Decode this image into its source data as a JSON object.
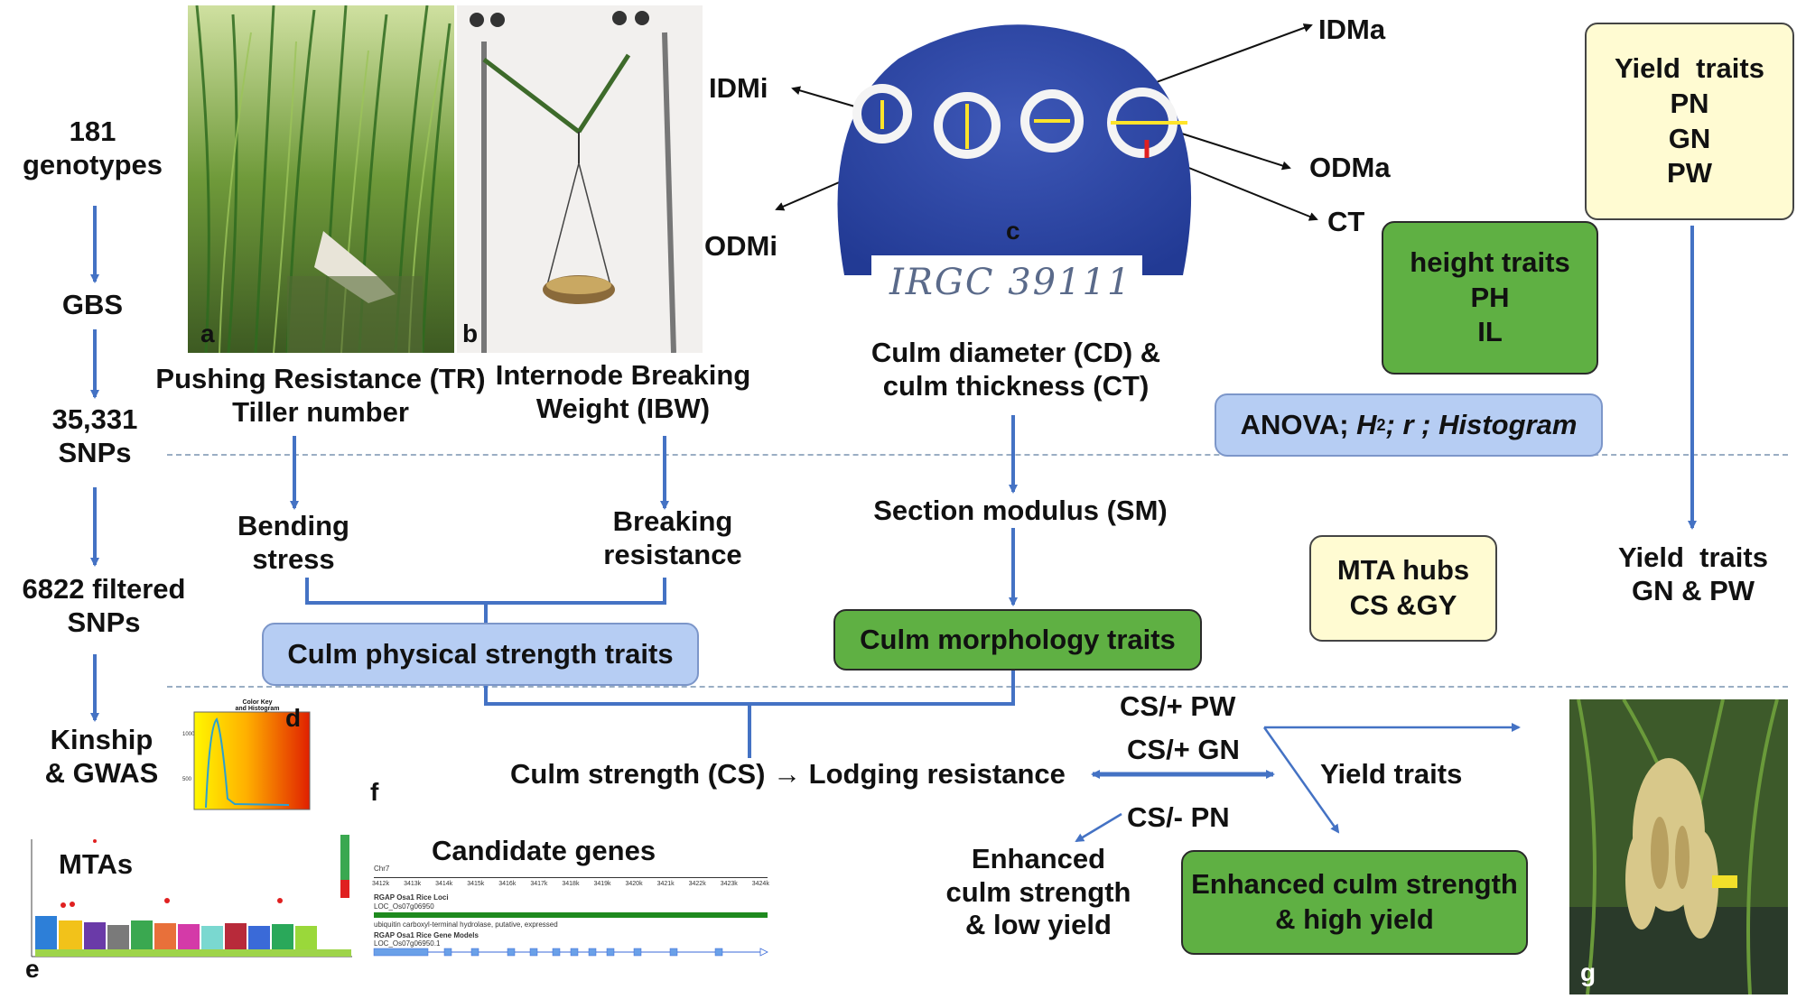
{
  "left_flow": {
    "genotypes": "181\ngenotypes",
    "gbs": "GBS",
    "snps": "35,331\nSNPs",
    "filtered": "6822 filtered\nSNPs",
    "kinship": "Kinship\n& GWAS"
  },
  "panels": {
    "a": "a",
    "b": "b",
    "c": "c",
    "d": "d",
    "e": "e",
    "f": "f",
    "g": "g"
  },
  "photo_a_caption": "Pushing Resistance (TR)\nTiller number",
  "photo_b_caption": "Internode Breaking\nWeight (IBW)",
  "cross_section": {
    "idmi": "IDMi",
    "idma": "IDMa",
    "odmi": "ODMi",
    "odma": "ODMa",
    "ct": "CT",
    "plate_label": "IRGC 39111"
  },
  "culm_diameter": "Culm diameter (CD) &\nculm thickness (CT)",
  "height_traits": "height traits\nPH\nIL",
  "yield_traits_box": "Yield  traits\nPN\nGN\nPW",
  "anova": {
    "prefix": "ANOVA; ",
    "h": "H",
    "sup": "2",
    "rest": "; r ; Histogram"
  },
  "bending": "Bending\nstress",
  "breaking": "Breaking\nresistance",
  "section_modulus": "Section modulus (SM)",
  "mta_hubs": "MTA hubs\nCS &GY",
  "yield_gn_pw": "Yield  traits\nGN & PW",
  "culm_physical": "Culm physical strength traits",
  "culm_morphology": "Culm morphology traits",
  "culm_strength_line": "Culm strength (CS) → Lodging resistance",
  "cs_pw": "CS/+ PW",
  "cs_gn": "CS/+ GN",
  "cs_pn": "CS/- PN",
  "yield_traits": "Yield traits",
  "enhanced_low": "Enhanced\nculm strength\n& low yield",
  "enhanced_high": "Enhanced culm strength\n& high yield",
  "mtas": "MTAs",
  "candidate_genes": "Candidate genes",
  "heatmap": {
    "title": "Color Key\nand Histogram"
  },
  "gene_viewer": {
    "chr": "Chr7",
    "ticks": [
      "3412k",
      "3413k",
      "3414k",
      "3415k",
      "3416k",
      "3417k",
      "3418k",
      "3419k",
      "3420k",
      "3421k",
      "3422k",
      "3423k",
      "3424k"
    ],
    "track1": "RGAP Osa1 Rice Loci",
    "locus": "LOC_Os07g06950",
    "desc": "ubiquitin carboxyl-terminal hydrolase, putative, expressed",
    "track2": "RGAP Osa1 Rice Gene Models",
    "model": "LOC_Os07g06950.1"
  },
  "colors": {
    "green": "#5fb043",
    "cream": "#fffbd2",
    "light_blue": "#b6cdf3",
    "arrow": "#4472c4",
    "plate": "#2f46a5"
  }
}
